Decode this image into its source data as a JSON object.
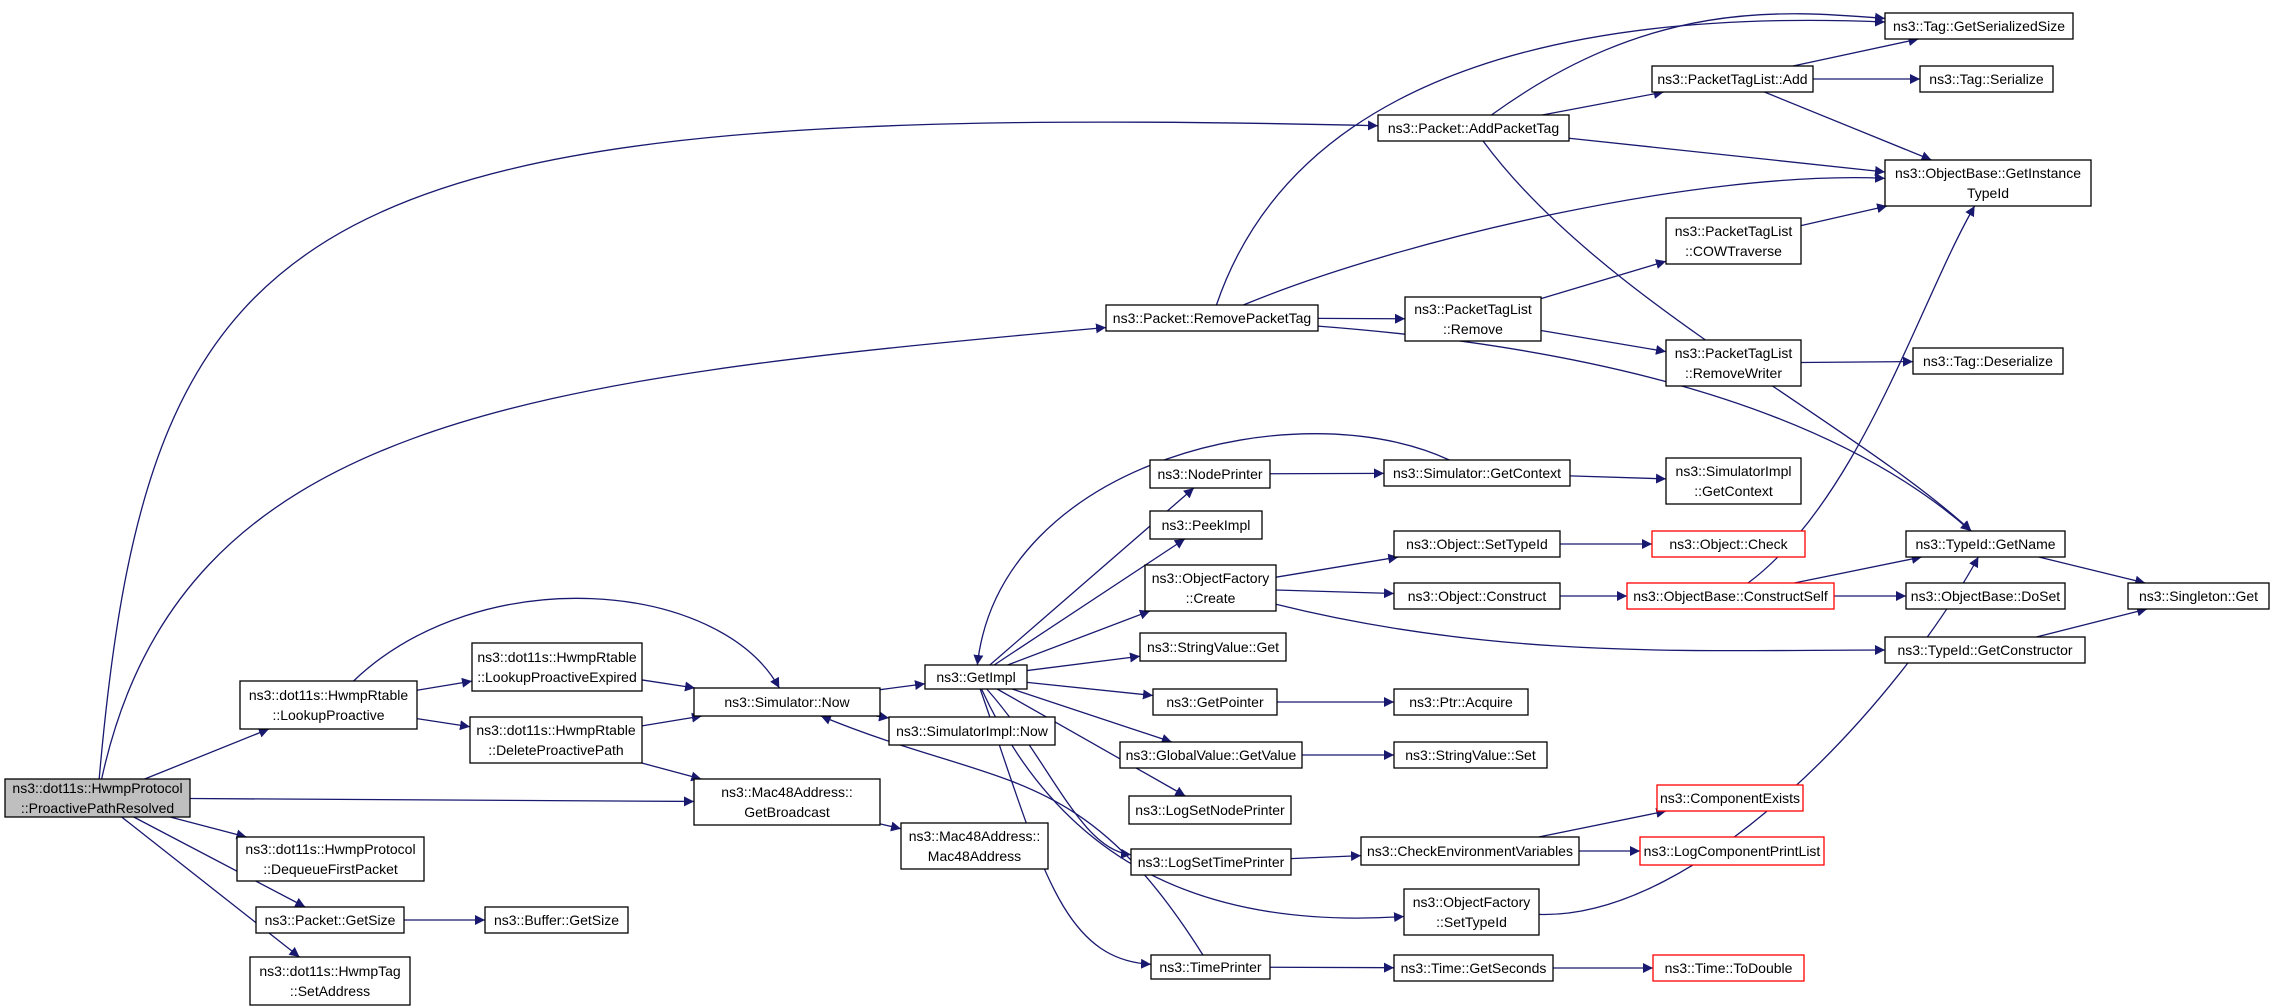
{
  "colors": {
    "background": "#ffffff",
    "edge": "#191970",
    "node_border": "#000000",
    "node_border_truncated": "#ff0000",
    "root_fill": "#bfbfbf",
    "node_fill": "#ffffff"
  },
  "nodes": [
    {
      "id": "root",
      "lines": [
        "ns3::dot11s::HwmpProtocol",
        "::ProactivePathResolved"
      ],
      "root": true
    },
    {
      "id": "lookupProactive",
      "lines": [
        "ns3::dot11s::HwmpRtable",
        "::LookupProactive"
      ]
    },
    {
      "id": "dequeue",
      "lines": [
        "ns3::dot11s::HwmpProtocol",
        "::DequeueFirstPacket"
      ]
    },
    {
      "id": "pktGetSize",
      "lines": [
        "ns3::Packet::GetSize"
      ]
    },
    {
      "id": "setAddress",
      "lines": [
        "ns3::dot11s::HwmpTag",
        "::SetAddress"
      ]
    },
    {
      "id": "lookupExpired",
      "lines": [
        "ns3::dot11s::HwmpRtable",
        "::LookupProactiveExpired"
      ]
    },
    {
      "id": "deleteProactive",
      "lines": [
        "ns3::dot11s::HwmpRtable",
        "::DeleteProactivePath"
      ]
    },
    {
      "id": "bufGetSize",
      "lines": [
        "ns3::Buffer::GetSize"
      ]
    },
    {
      "id": "simNow",
      "lines": [
        "ns3::Simulator::Now"
      ]
    },
    {
      "id": "macBroadcast",
      "lines": [
        "ns3::Mac48Address::",
        "GetBroadcast"
      ]
    },
    {
      "id": "macCtor",
      "lines": [
        "ns3::Mac48Address::",
        "Mac48Address"
      ]
    },
    {
      "id": "simImplNow",
      "lines": [
        "ns3::SimulatorImpl::Now"
      ]
    },
    {
      "id": "getImpl",
      "lines": [
        "ns3::GetImpl"
      ]
    },
    {
      "id": "nodePrinter",
      "lines": [
        "ns3::NodePrinter"
      ]
    },
    {
      "id": "peekImpl",
      "lines": [
        "ns3::PeekImpl"
      ]
    },
    {
      "id": "ofCreate",
      "lines": [
        "ns3::ObjectFactory",
        "::Create"
      ]
    },
    {
      "id": "svGet",
      "lines": [
        "ns3::StringValue::Get"
      ]
    },
    {
      "id": "getPointer",
      "lines": [
        "ns3::GetPointer"
      ]
    },
    {
      "id": "gvGetValue",
      "lines": [
        "ns3::GlobalValue::GetValue"
      ]
    },
    {
      "id": "logSetNode",
      "lines": [
        "ns3::LogSetNodePrinter"
      ]
    },
    {
      "id": "logSetTime",
      "lines": [
        "ns3::LogSetTimePrinter"
      ]
    },
    {
      "id": "timePrinter",
      "lines": [
        "ns3::TimePrinter"
      ]
    },
    {
      "id": "removeTag",
      "lines": [
        "ns3::Packet::RemovePacketTag"
      ]
    },
    {
      "id": "addTag",
      "lines": [
        "ns3::Packet::AddPacketTag"
      ]
    },
    {
      "id": "tagListRemove",
      "lines": [
        "ns3::PacketTagList",
        "::Remove"
      ]
    },
    {
      "id": "tagListAdd",
      "lines": [
        "ns3::PacketTagList::Add"
      ]
    },
    {
      "id": "cowTraverse",
      "lines": [
        "ns3::PacketTagList",
        "::COWTraverse"
      ]
    },
    {
      "id": "removeWriter",
      "lines": [
        "ns3::PacketTagList",
        "::RemoveWriter"
      ]
    },
    {
      "id": "tagGetSer",
      "lines": [
        "ns3::Tag::GetSerializedSize"
      ]
    },
    {
      "id": "tagSerialize",
      "lines": [
        "ns3::Tag::Serialize"
      ]
    },
    {
      "id": "getInstance",
      "lines": [
        "ns3::ObjectBase::GetInstance",
        "TypeId"
      ]
    },
    {
      "id": "tagDeser",
      "lines": [
        "ns3::Tag::Deserialize"
      ]
    },
    {
      "id": "simGetContext",
      "lines": [
        "ns3::Simulator::GetContext"
      ]
    },
    {
      "id": "simImplGetContext",
      "lines": [
        "ns3::SimulatorImpl",
        "::GetContext"
      ]
    },
    {
      "id": "objSetTypeId",
      "lines": [
        "ns3::Object::SetTypeId"
      ]
    },
    {
      "id": "objCheck",
      "lines": [
        "ns3::Object::Check"
      ],
      "truncated": true
    },
    {
      "id": "objConstruct",
      "lines": [
        "ns3::Object::Construct"
      ]
    },
    {
      "id": "constructSelf",
      "lines": [
        "ns3::ObjectBase::ConstructSelf"
      ],
      "truncated": true
    },
    {
      "id": "doSet",
      "lines": [
        "ns3::ObjectBase::DoSet"
      ]
    },
    {
      "id": "typeIdGetName",
      "lines": [
        "ns3::TypeId::GetName"
      ]
    },
    {
      "id": "singletonGet",
      "lines": [
        "ns3::Singleton::Get"
      ]
    },
    {
      "id": "getConstructor",
      "lines": [
        "ns3::TypeId::GetConstructor"
      ]
    },
    {
      "id": "ptrAcquire",
      "lines": [
        "ns3::Ptr::Acquire"
      ]
    },
    {
      "id": "svSet",
      "lines": [
        "ns3::StringValue::Set"
      ]
    },
    {
      "id": "checkEnv",
      "lines": [
        "ns3::CheckEnvironmentVariables"
      ]
    },
    {
      "id": "compExists",
      "lines": [
        "ns3::ComponentExists"
      ],
      "truncated": true
    },
    {
      "id": "logCompPrint",
      "lines": [
        "ns3::LogComponentPrintList"
      ],
      "truncated": true
    },
    {
      "id": "ofSetTypeId",
      "lines": [
        "ns3::ObjectFactory",
        "::SetTypeId"
      ]
    },
    {
      "id": "timeGetSeconds",
      "lines": [
        "ns3::Time::GetSeconds"
      ]
    },
    {
      "id": "timeToDouble",
      "lines": [
        "ns3::Time::ToDouble"
      ],
      "truncated": true
    }
  ],
  "edges": [
    [
      "root",
      "lookupProactive"
    ],
    [
      "root",
      "macBroadcast"
    ],
    [
      "root",
      "dequeue"
    ],
    [
      "root",
      "pktGetSize"
    ],
    [
      "root",
      "setAddress"
    ],
    [
      "root",
      "removeTag"
    ],
    [
      "root",
      "addTag"
    ],
    [
      "lookupProactive",
      "lookupExpired"
    ],
    [
      "lookupProactive",
      "deleteProactive"
    ],
    [
      "lookupProactive",
      "simNow"
    ],
    [
      "lookupExpired",
      "simNow"
    ],
    [
      "deleteProactive",
      "simNow"
    ],
    [
      "deleteProactive",
      "macBroadcast"
    ],
    [
      "pktGetSize",
      "bufGetSize"
    ],
    [
      "macBroadcast",
      "macCtor"
    ],
    [
      "simNow",
      "getImpl"
    ],
    [
      "simNow",
      "simImplNow"
    ],
    [
      "getImpl",
      "nodePrinter"
    ],
    [
      "getImpl",
      "peekImpl"
    ],
    [
      "getImpl",
      "ofCreate"
    ],
    [
      "getImpl",
      "svGet"
    ],
    [
      "getImpl",
      "getPointer"
    ],
    [
      "getImpl",
      "gvGetValue"
    ],
    [
      "getImpl",
      "logSetNode"
    ],
    [
      "getImpl",
      "logSetTime"
    ],
    [
      "getImpl",
      "timePrinter"
    ],
    [
      "getImpl",
      "ofSetTypeId"
    ],
    [
      "nodePrinter",
      "simGetContext"
    ],
    [
      "simGetContext",
      "getImpl"
    ],
    [
      "simGetContext",
      "simImplGetContext"
    ],
    [
      "timePrinter",
      "simNow"
    ],
    [
      "timePrinter",
      "timeGetSeconds"
    ],
    [
      "timeGetSeconds",
      "timeToDouble"
    ],
    [
      "ofCreate",
      "objSetTypeId"
    ],
    [
      "ofCreate",
      "objConstruct"
    ],
    [
      "ofCreate",
      "getConstructor"
    ],
    [
      "objSetTypeId",
      "objCheck"
    ],
    [
      "objConstruct",
      "constructSelf"
    ],
    [
      "constructSelf",
      "typeIdGetName"
    ],
    [
      "constructSelf",
      "doSet"
    ],
    [
      "constructSelf",
      "getInstance"
    ],
    [
      "getPointer",
      "ptrAcquire"
    ],
    [
      "gvGetValue",
      "svSet"
    ],
    [
      "logSetTime",
      "checkEnv"
    ],
    [
      "checkEnv",
      "compExists"
    ],
    [
      "checkEnv",
      "logCompPrint"
    ],
    [
      "ofSetTypeId",
      "typeIdGetName"
    ],
    [
      "typeIdGetName",
      "singletonGet"
    ],
    [
      "getConstructor",
      "singletonGet"
    ],
    [
      "removeTag",
      "tagListRemove"
    ],
    [
      "removeTag",
      "getInstance"
    ],
    [
      "removeTag",
      "tagGetSer"
    ],
    [
      "removeTag",
      "typeIdGetName"
    ],
    [
      "tagListRemove",
      "cowTraverse"
    ],
    [
      "tagListRemove",
      "removeWriter"
    ],
    [
      "cowTraverse",
      "getInstance"
    ],
    [
      "removeWriter",
      "tagDeser"
    ],
    [
      "addTag",
      "tagListAdd"
    ],
    [
      "addTag",
      "tagGetSer"
    ],
    [
      "addTag",
      "getInstance"
    ],
    [
      "addTag",
      "typeIdGetName"
    ],
    [
      "tagListAdd",
      "tagGetSer"
    ],
    [
      "tagListAdd",
      "tagSerialize"
    ],
    [
      "tagListAdd",
      "getInstance"
    ]
  ]
}
